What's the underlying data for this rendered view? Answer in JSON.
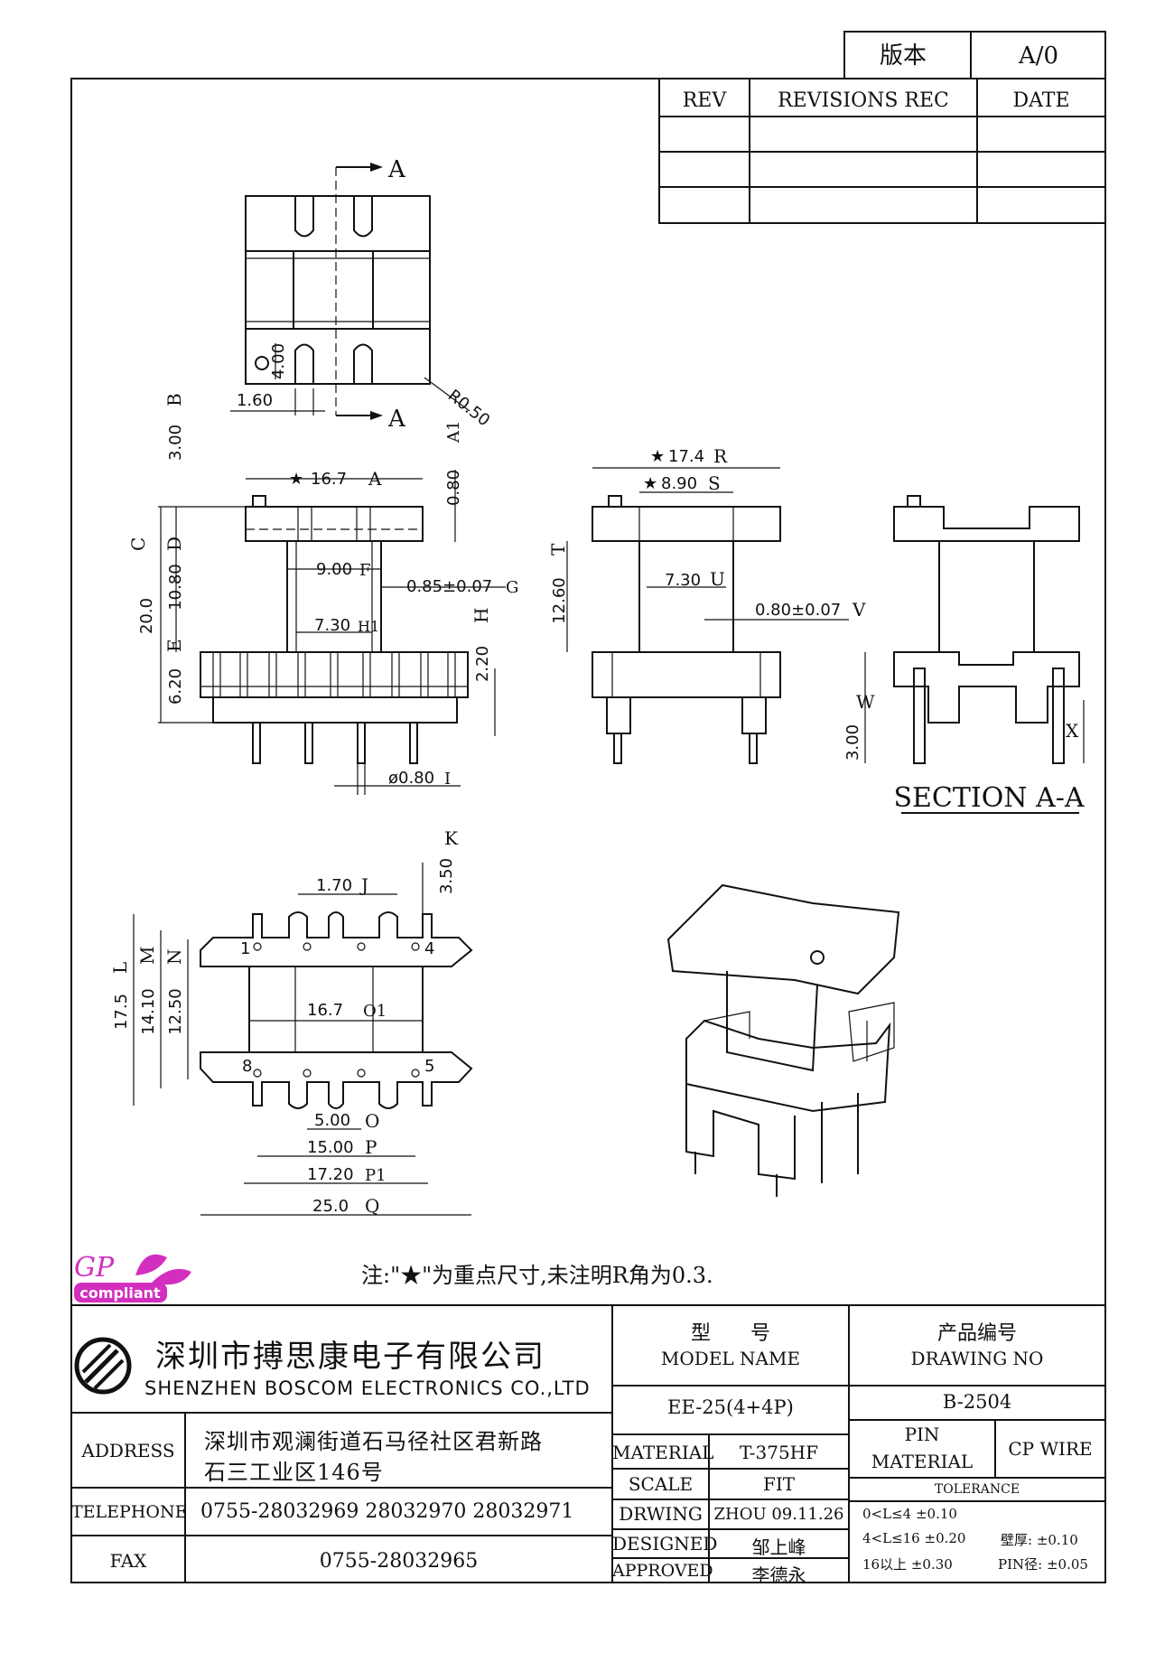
{
  "version_box": {
    "label": "版本",
    "value": "A/0"
  },
  "revision_table": {
    "headers": [
      "REV",
      "REVISIONS REC",
      "DATE"
    ],
    "rows": [
      [
        "",
        "",
        ""
      ],
      [
        "",
        "",
        ""
      ],
      [
        "",
        "",
        ""
      ]
    ]
  },
  "section_labels": {
    "a_top": "A",
    "a_bottom": "A",
    "section_title": "SECTION A-A"
  },
  "top_view": {
    "dim_400": "4.00",
    "dim_160": "1.60",
    "dim_r050": "R0.50"
  },
  "front_view": {
    "dims": {
      "B": "3.00",
      "A": "16.7",
      "A1": "0.80",
      "C": "20.0",
      "D": "10.80",
      "E": "6.20",
      "F": "9.00",
      "G": "0.85±0.07",
      "H1": "7.30",
      "H": "2.20",
      "I": "ø0.80"
    },
    "circ": {
      "B": "B",
      "A": "A",
      "A1": "A1",
      "C": "C",
      "D": "D",
      "E": "E",
      "F": "F",
      "G": "G",
      "H1": "H1",
      "H": "H",
      "I": "I"
    }
  },
  "side_view": {
    "dims": {
      "R": "17.4",
      "S": "8.90",
      "T": "12.60",
      "U": "7.30",
      "V": "0.80±0.07"
    },
    "circ": {
      "R": "R",
      "S": "S",
      "T": "T",
      "U": "U",
      "V": "V"
    }
  },
  "section_view": {
    "dims": {
      "W": "3.00"
    },
    "circ": {
      "W": "W",
      "X": "X"
    }
  },
  "bottom_view": {
    "dims": {
      "K": "3.50",
      "J": "1.70",
      "L": "17.5",
      "M": "14.10",
      "N": "12.50",
      "O1": "16.7",
      "O": "5.00",
      "P": "15.00",
      "P1": "17.20",
      "Q": "25.0"
    },
    "circ": {
      "K": "K",
      "J": "J",
      "L": "L",
      "M": "M",
      "N": "N",
      "O1": "O1",
      "O": "O",
      "P": "P",
      "P1": "P1",
      "Q": "Q"
    },
    "pins": {
      "p1": "1",
      "p4": "4",
      "p8": "8",
      "p5": "5"
    }
  },
  "note": "注:\"★\"为重点尺寸,未注明R角为0.3.",
  "logo": {
    "gp": "GP",
    "compliant": "compliant"
  },
  "company": {
    "name_cn": "深圳市搏思康电子有限公司",
    "name_en": "SHENZHEN BOSCOM ELECTRONICS CO.,LTD"
  },
  "address": {
    "label": "ADDRESS",
    "line1": "深圳市观澜街道石马径社区君新路",
    "line2": "石三工业区146号"
  },
  "telephone": {
    "label": "TELEPHONE",
    "value": "0755-28032969 28032970 28032971"
  },
  "fax": {
    "label": "FAX",
    "value": "0755-28032965"
  },
  "model": {
    "label_cn": "型　　号",
    "label_en": "MODEL NAME",
    "value": "EE-25(4+4P)"
  },
  "drawing_no": {
    "label_cn": "产品编号",
    "label_en": "DRAWING NO",
    "value": "B-2504"
  },
  "material": {
    "label": "MATERIAL",
    "value": "T-375HF"
  },
  "scale": {
    "label": "SCALE",
    "value": "FIT"
  },
  "drawing": {
    "label": "DRWING",
    "value": "ZHOU 09.11.26"
  },
  "designed": {
    "label": "DESIGNED",
    "value": "邹上峰"
  },
  "approved": {
    "label": "APPROVED",
    "value": "李德永"
  },
  "pin_material": {
    "label1": "PIN",
    "label2": "MATERIAL",
    "value": "CP WIRE"
  },
  "tolerance": {
    "label": "TOLERANCE",
    "r1": "0<L≤4  ±0.10",
    "r2a": "4<L≤16  ±0.20",
    "r2b": "壁厚:  ±0.10",
    "r3a": "16以上    ±0.30",
    "r3b": "PIN径: ±0.05"
  }
}
